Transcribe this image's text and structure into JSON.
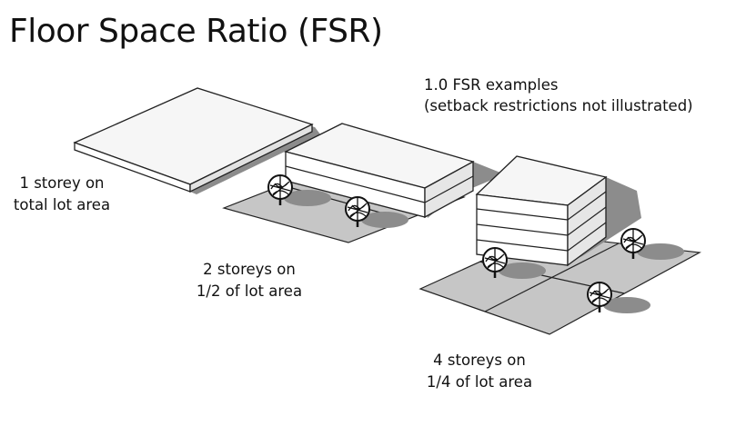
{
  "title": "Floor Space Ratio (FSR)",
  "note": {
    "line1": "1.0 FSR examples",
    "line2": "(setback restrictions not illustrated)"
  },
  "examples": [
    {
      "line1": "1 storey on",
      "line2": "total lot area",
      "storeys": 1,
      "lot_fraction": 1.0
    },
    {
      "line1": "2 storeys on",
      "line2": "1/2 of lot area",
      "storeys": 2,
      "lot_fraction": 0.5
    },
    {
      "line1": "4 storeys on",
      "line2": "1/4 of lot area",
      "storeys": 4,
      "lot_fraction": 0.25
    }
  ],
  "colors": {
    "lot": "#c6c6c6",
    "shadow": "#8c8c8c",
    "building_top": "#f6f6f6",
    "building_side": "#ffffff",
    "outline": "#222222",
    "text": "#111111"
  },
  "icons": [
    "tree-icon"
  ]
}
